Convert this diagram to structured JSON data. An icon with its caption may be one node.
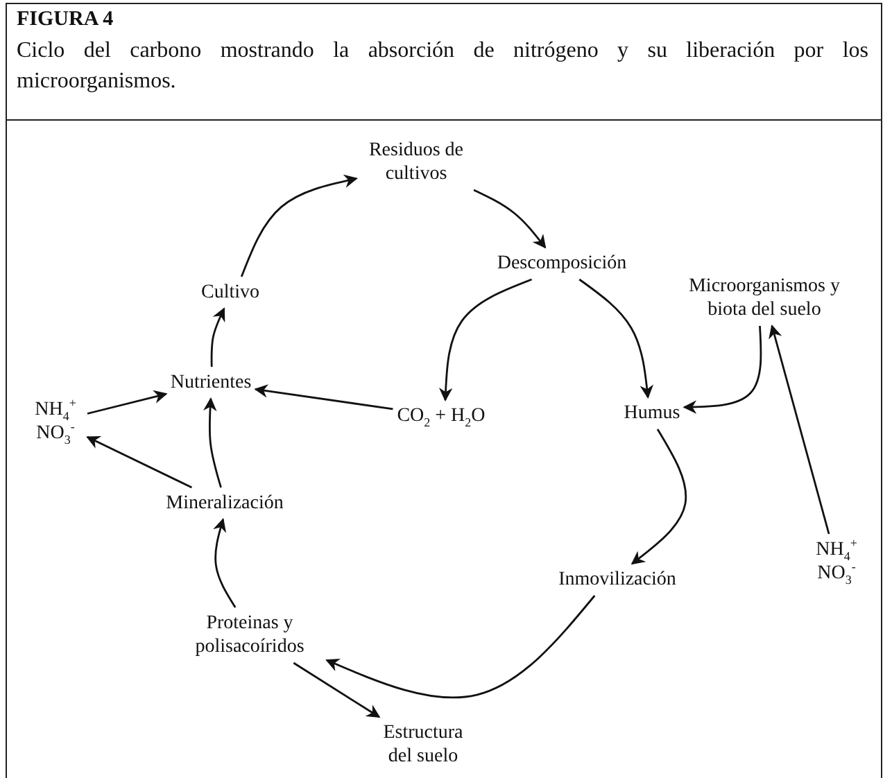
{
  "diagram": {
    "title": "FIGURA 4",
    "caption": "Ciclo del carbono mostrando la absorción de nitrógeno y su liberación por los microorganismos.",
    "nodes": [
      {
        "text": [
          "Residuos de cultivos"
        ]
      },
      {
        "text": [
          "Descomposición"
        ]
      },
      {
        "text": [
          "Microorganismos y biota del suelo"
        ]
      },
      {
        "text": [
          "Cultivo"
        ]
      },
      {
        "text": [
          "Nutrientes"
        ]
      },
      {
        "text": [
          "NH$_{4}$$^{+}$ NO$_{3}$$^{-}$"
        ]
      },
      {
        "text": [
          "CO$_{2}$ + H$_{2}$O"
        ]
      },
      {
        "text": [
          "Humus"
        ]
      },
      {
        "text": [
          "Mineralización"
        ]
      },
      {
        "text": [
          "NH$_{4}$$^{+}$ NO$_{3}$$^{-}$"
        ]
      },
      {
        "text": [
          "Inmovilización"
        ]
      },
      {
        "text": [
          "Proteinas y polisacoíridos"
        ]
      },
      {
        "text": [
          "Estructura del suelo"
        ]
      }
    ],
    "edges": [
      {
        "from": 3,
        "to": 0,
        "arrow": "to"
      },
      {
        "from": 0,
        "to": 1,
        "arrow": "to"
      },
      {
        "from": 1,
        "to": 6,
        "arrow": "to"
      },
      {
        "from": 1,
        "to": 7,
        "arrow": "to"
      },
      {
        "from": 2,
        "to": 7,
        "arrow": "to"
      },
      {
        "from": 6,
        "to": 4,
        "arrow": "to"
      },
      {
        "from": 4,
        "to": 3,
        "arrow": "to"
      },
      {
        "from": 5,
        "to": 4,
        "arrow": "to"
      },
      {
        "from": 8,
        "to": 5,
        "arrow": "to"
      },
      {
        "from": 8,
        "to": 4,
        "arrow": "to"
      },
      {
        "from": 7,
        "to": 10,
        "arrow": "to"
      },
      {
        "from": 10,
        "to": 11,
        "arrow": "to"
      },
      {
        "from": 11,
        "to": 8,
        "arrow": "to"
      },
      {
        "from": 11,
        "to": 12,
        "arrow": "to"
      },
      {
        "from": 9,
        "to": 2,
        "arrow": "to"
      }
    ]
  }
}
